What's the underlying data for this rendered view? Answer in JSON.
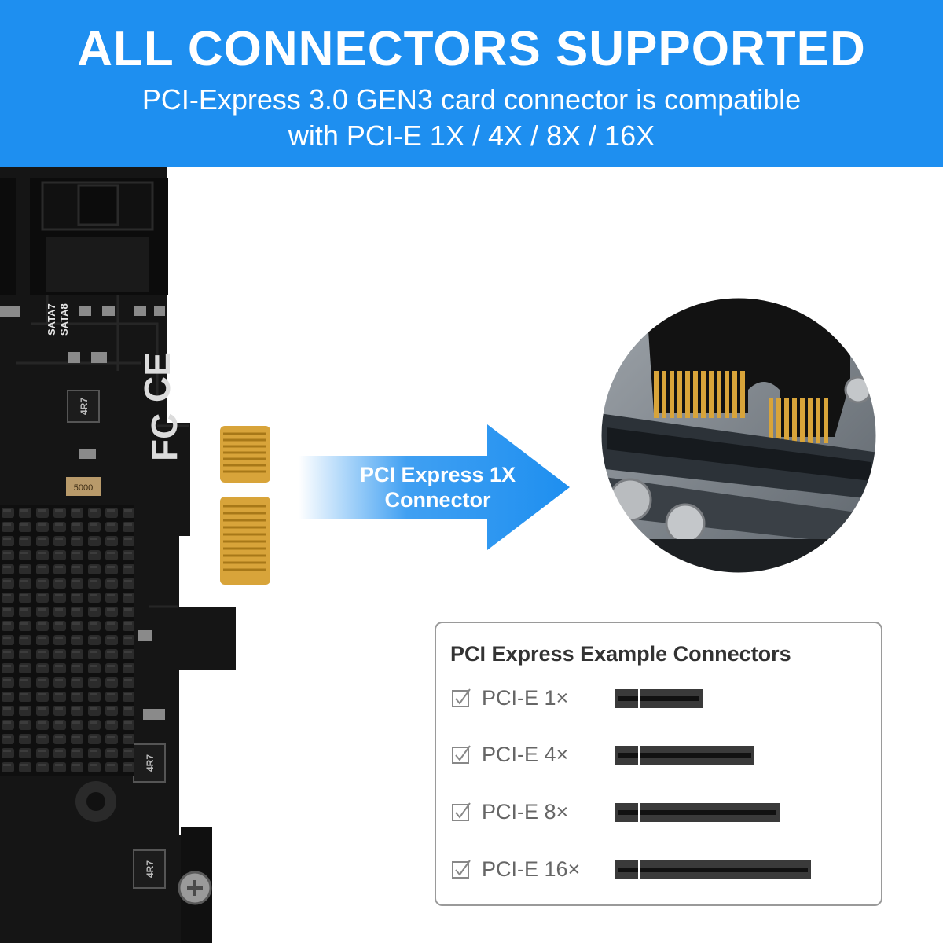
{
  "banner": {
    "title": "ALL CONNECTORS SUPPORTED",
    "subtitle_line1": "PCI-Express 3.0 GEN3 card connector is compatible",
    "subtitle_line2": "with PCI-E 1X / 4X / 8X / 16X"
  },
  "card": {
    "sata_label_1": "SATA7",
    "sata_label_2": "SATA8",
    "inductor_label": "4R7",
    "cap_label": "5000"
  },
  "arrow": {
    "line1": "PCI Express 1X",
    "line2": "Connector"
  },
  "legend": {
    "title": "PCI Express Example Connectors",
    "items": [
      {
        "label": "PCI-E 1×",
        "lanes": 1
      },
      {
        "label": "PCI-E 4×",
        "lanes": 4
      },
      {
        "label": "PCI-E 8×",
        "lanes": 8
      },
      {
        "label": "PCI-E 16×",
        "lanes": 16
      }
    ]
  },
  "colors": {
    "banner_blue": "#1e8ff0",
    "arrow_blue": "#1e8ff0",
    "gold_contact": "#d8a43a",
    "pcb_black": "#151515"
  }
}
